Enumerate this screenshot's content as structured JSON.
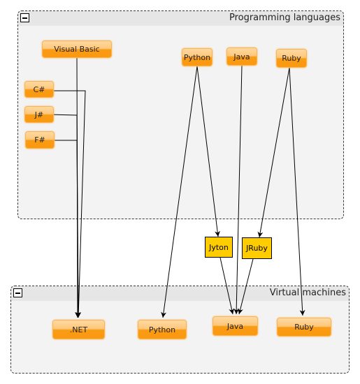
{
  "groups": {
    "languages": {
      "title": "Programming languages"
    },
    "vms": {
      "title": "Virtual machines"
    }
  },
  "nodes": {
    "visual_basic": "Visual Basic",
    "csharp": "C#",
    "jsharp": "J#",
    "fsharp": "F#",
    "python_lang": "Python",
    "java_lang": "Java",
    "ruby_lang": "Ruby",
    "jyton": "Jyton",
    "jruby": "JRuby",
    "dotnet": ".NET",
    "python_vm": "Python",
    "java_vm": "Java",
    "ruby_vm": "Ruby"
  },
  "colors": {
    "edge": "#000000",
    "orange_node": "#fb9a10",
    "yellow_node": "#ffcc00",
    "group_fill": "#f3f3f3"
  },
  "icons": {
    "collapse": "minus-box-icon"
  }
}
